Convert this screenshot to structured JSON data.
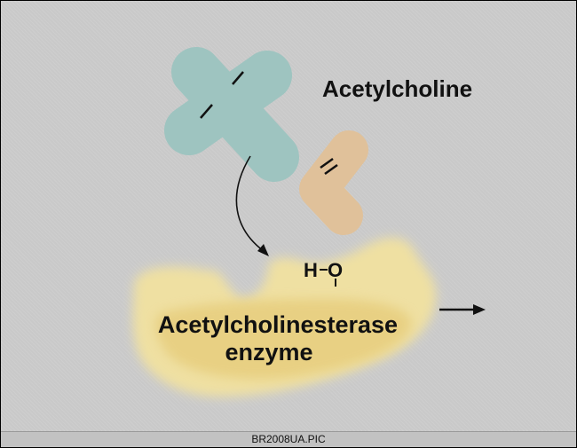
{
  "labels": {
    "molecule": "Acetylcholine",
    "enzyme_line1": "Acetylcholinesterase",
    "enzyme_line2": "enzyme",
    "water_h": "H",
    "water_o": "O"
  },
  "caption": "BR2008UA.PIC",
  "colors": {
    "background": "#c9c9c9",
    "acetyl_block": "#9ec4c0",
    "choline_block": "#e0c19a",
    "enzyme_outer": "#efe0a2",
    "enzyme_inner": "#e7ce7e",
    "ink": "#111111"
  }
}
